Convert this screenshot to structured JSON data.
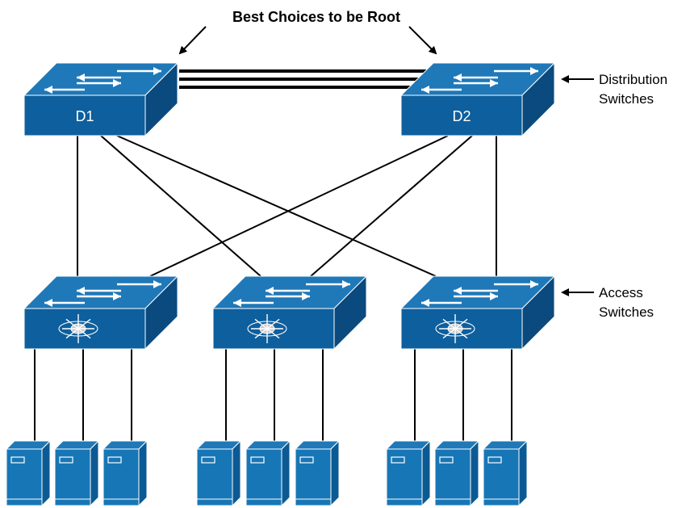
{
  "title": "Best Choices to be Root",
  "layers": {
    "distribution": "Distribution\nSwitches",
    "access": "Access\nSwitches"
  },
  "distribution_switches": [
    {
      "name": "D1"
    },
    {
      "name": "D2"
    }
  ],
  "access_switch_count": 3,
  "servers_per_access_switch": 3,
  "colors": {
    "switch_top": "#1f78b8",
    "switch_front": "#0e5f9d",
    "switch_side": "#0a4a7e",
    "server_front": "#1776b6",
    "server_side": "#0c5a93",
    "line": "#000000"
  }
}
